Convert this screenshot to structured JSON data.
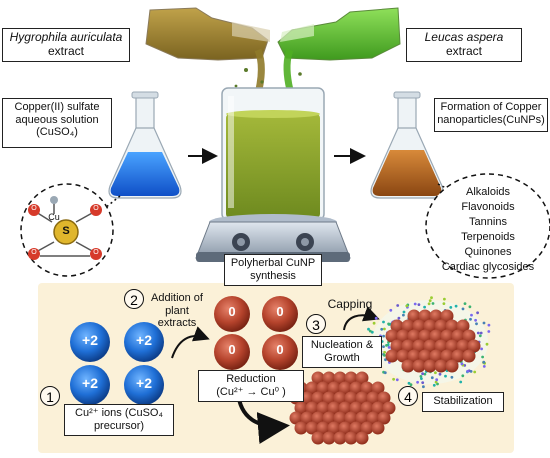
{
  "labels": {
    "hygrophila_name": "Hygrophila auriculata",
    "hygrophila_suffix": "extract",
    "leucas_name": "Leucas aspera",
    "leucas_suffix": "extract",
    "copper_sulfate_l1": "Copper(II) sulfate",
    "copper_sulfate_l2": "aqueous solution",
    "copper_sulfate_l3": "(CuSO₄)",
    "formation_l1": "Formation of Copper",
    "formation_l2": "nanoparticles(CuNPs)",
    "polyherbal_l1": "Polyherbal CuNP",
    "polyherbal_l2": "synthesis",
    "addition_l1": "Addition of",
    "addition_l2": "plant",
    "addition_l3": "extracts",
    "capping": "Capping",
    "nucleation_l1": "Nucleation &",
    "nucleation_l2": "Growth",
    "reduction_l1": "Reduction",
    "reduction_l2": "(Cu²⁺ → Cu⁰ )",
    "ions_l1": "Cu²⁺ ions (CuSO₄",
    "ions_l2": "precursor)",
    "stabilization": "Stabilization",
    "molecule_cu": "Cu",
    "molecule_s": "S"
  },
  "phytochemicals": [
    "Alkaloids",
    "Flavonoids",
    "Tannins",
    "Terpenoids",
    "Quinones",
    "Cardiac glycosides"
  ],
  "step_numbers": [
    "1",
    "2",
    "3",
    "4"
  ],
  "cu_ion_label": "+2",
  "cu0_label": "0",
  "molecule_o": "O",
  "colors": {
    "blue_solution": "#1e6fe0",
    "brown_solution": "#b8661f",
    "green_extract": "#6bbf3a",
    "olive_mix": "#8ca02d",
    "panel_bg": "#fbf1d8",
    "ion_blue": "#1f6fd6",
    "cu0_red": "#b5432c"
  }
}
